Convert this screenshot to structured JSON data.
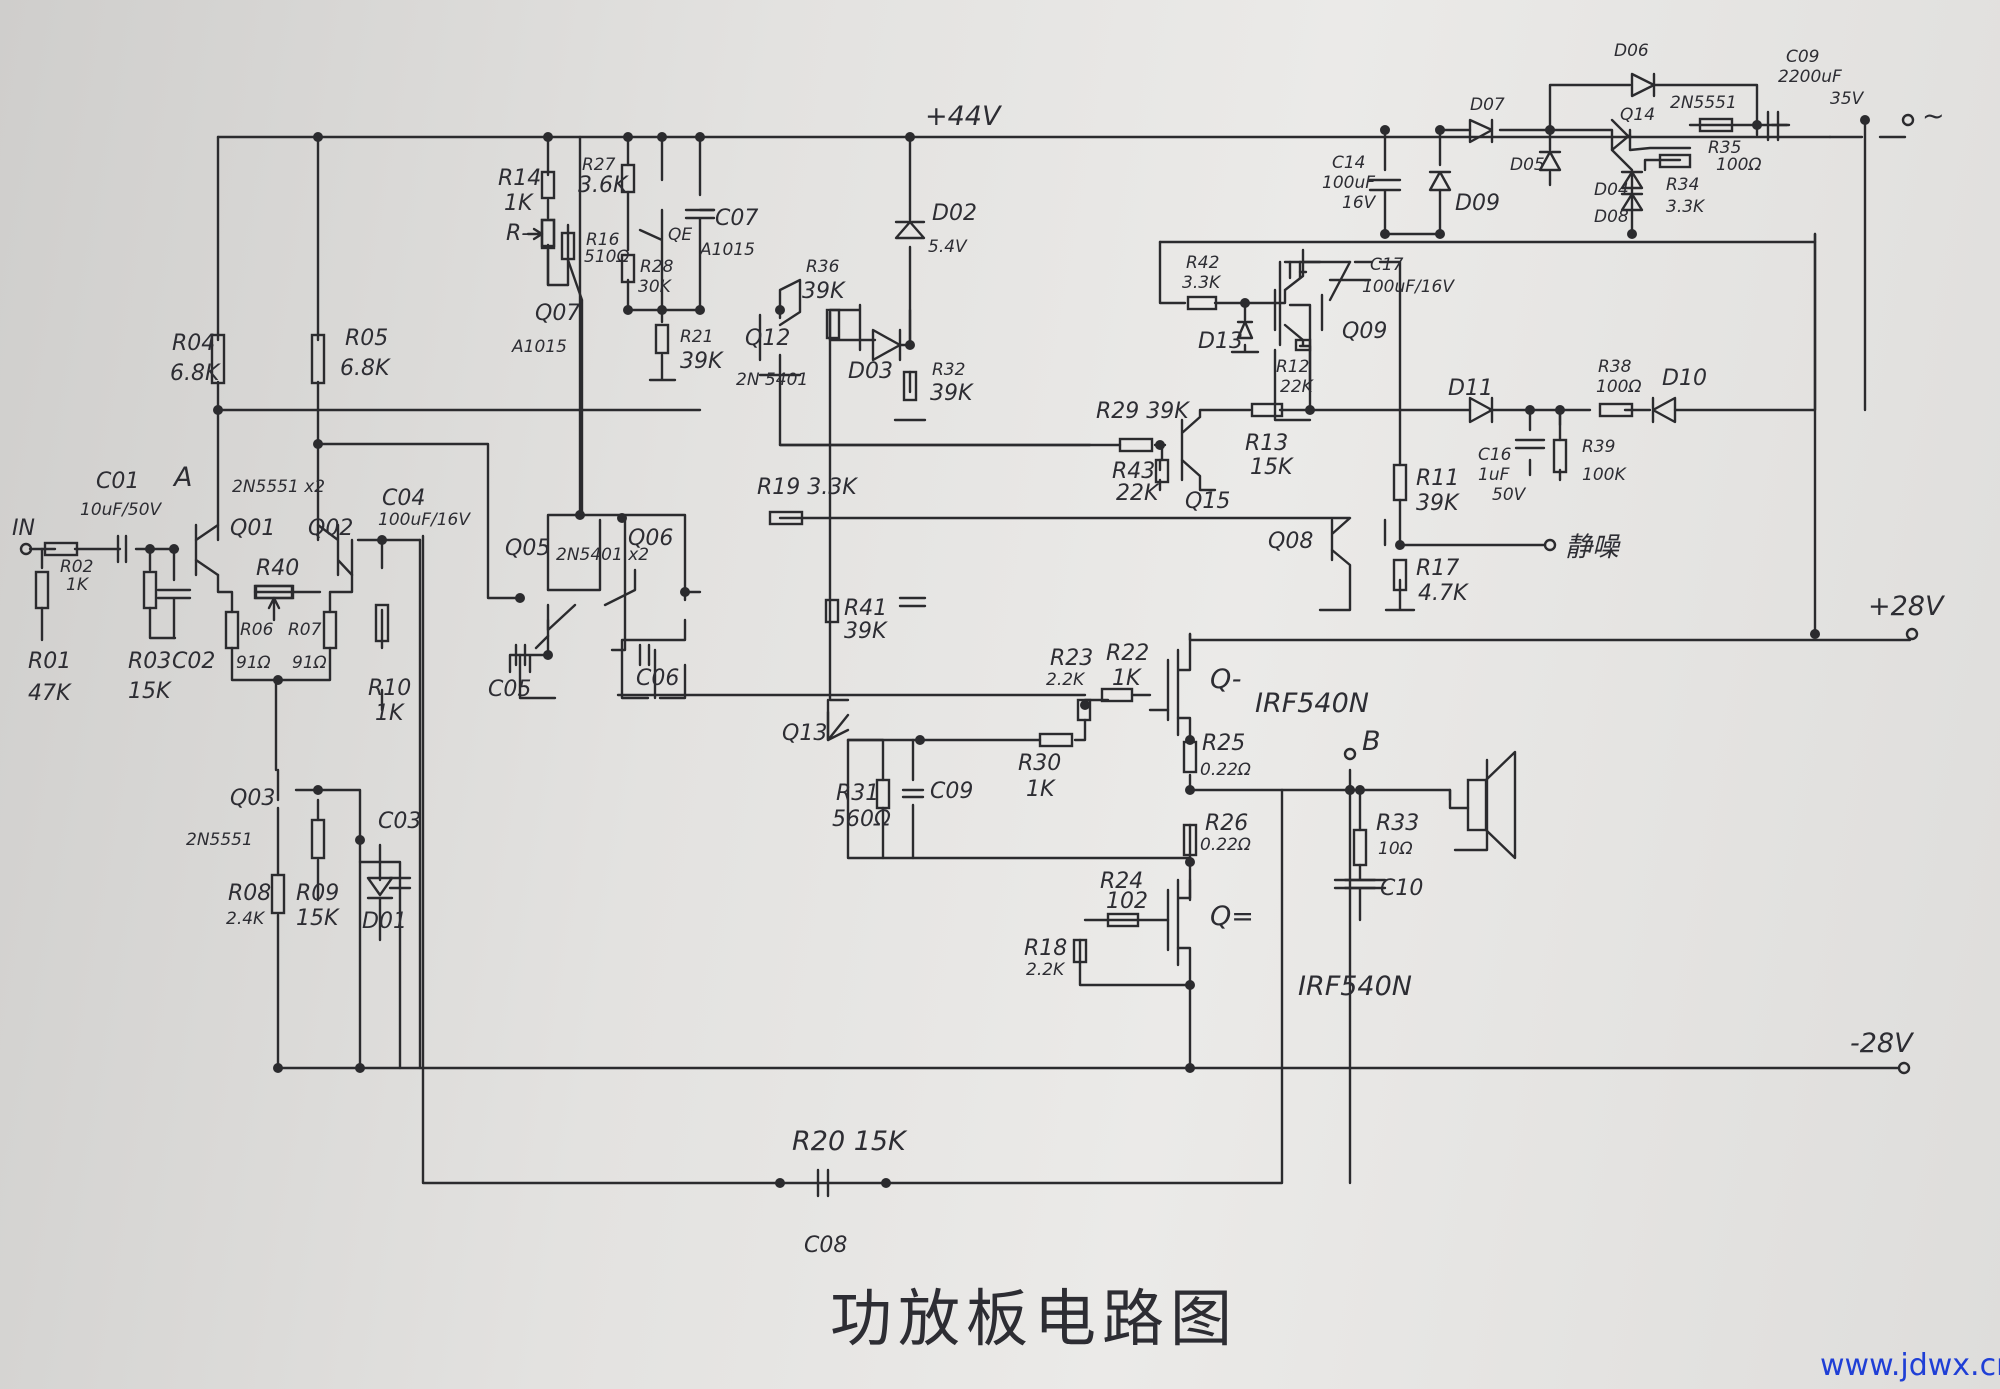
{
  "diagram": {
    "title": "功放板电路图",
    "watermark": "www.jdwx.cn",
    "rails": {
      "pos44": "+44V",
      "pos28": "+28V",
      "neg28": "-28V",
      "ac": "~"
    },
    "ports": {
      "in": "IN",
      "mute": "静噪",
      "point_a": "A",
      "point_b": "B"
    },
    "transistors": {
      "q01": "Q01",
      "q02": "Q02",
      "pair_q01_q02": "2N5551 x2",
      "q03": "Q03",
      "q03_type": "2N5551",
      "q05": "Q05",
      "q06": "Q06",
      "pair_q05_q06": "2N5401 x2",
      "q07": "Q07",
      "q07_type": "A1015",
      "qe": "QE",
      "qe_type": "A1015",
      "q12": "Q12",
      "q12_type": "2N 5401",
      "q13": "Q13",
      "q15": "Q15",
      "q08": "Q08",
      "q09": "Q09",
      "q14": "Q14",
      "q14_type": "2N5551",
      "q_hi": "Q-",
      "q_hi_type": "IRF540N",
      "q_lo": "Q=",
      "q_lo_type": "IRF540N"
    },
    "resistors": {
      "r01": "R01",
      "r01_v": "47K",
      "r02": "R02",
      "r02_v": "1K",
      "r03": "R03",
      "r03_v": "15K",
      "r04": "R04",
      "r04_v": "6.8K",
      "r05": "R05",
      "r05_v": "6.8K",
      "r06": "R06",
      "r06_v": "91Ω",
      "r07": "R07",
      "r07_v": "91Ω",
      "r40": "R40",
      "r08": "R08",
      "r08_v": "2.4K",
      "r09": "R09",
      "r09_v": "15K",
      "r10": "R10",
      "r10_v": "1K",
      "r14": "R14",
      "r14_v": "1K",
      "r_minus": "R-",
      "r16": "R16",
      "r16_v": "510Ω",
      "r27": "R27",
      "r27_v": "3.6K",
      "r28": "R28",
      "r28_v": "30K",
      "r21": "R21",
      "r21_v": "39K",
      "r36": "R36",
      "r36_v": "39K",
      "r32": "R32",
      "r32_v": "39K",
      "r19": "R19 3.3K",
      "r41": "R41",
      "r41_v": "39K",
      "r31": "R31",
      "r31_v": "560Ω",
      "r30": "R30",
      "r30_v": "1K",
      "r23": "R23",
      "r23_v": "2.2K",
      "r22": "R22",
      "r22_v": "1K",
      "r25": "R25",
      "r25_v": "0.22Ω",
      "r26": "R26",
      "r26_v": "0.22Ω",
      "r24": "R24",
      "r24_v": "102",
      "r18": "R18",
      "r18_v": "2.2K",
      "r29": "R29 39K",
      "r43": "R43",
      "r43_v": "22K",
      "r13": "R13",
      "r13_v": "15K",
      "r11": "R11",
      "r11_v": "39K",
      "r17": "R17",
      "r17_v": "4.7K",
      "r12": "R12",
      "r12_v": "22K",
      "r42": "R42",
      "r42_v": "3.3K",
      "r38": "R38",
      "r38_v": "100Ω",
      "r39": "R39",
      "r39_v": "100K",
      "r35": "R35",
      "r35_v": "100Ω",
      "r34": "R34",
      "r34_v": "3.3K",
      "r33": "R33",
      "r33_v": "10Ω",
      "r20": "R20 15K"
    },
    "capacitors": {
      "c01": "C01",
      "c01_v": "10uF/50V",
      "c02": "C02",
      "c03": "C03",
      "c04": "C04",
      "c04_v": "100uF/16V",
      "c05": "C05",
      "c06": "C06",
      "c07": "C07",
      "c08": "C08",
      "c09": "C09",
      "c10": "C10",
      "c14": "C14",
      "c14_v1": "100uF",
      "c14_v2": "16V",
      "c16": "C16",
      "c16_v1": "1uF",
      "c16_v2": "50V",
      "c17": "C17",
      "c17_v": "100uF/16V",
      "c09t": "C09",
      "c09t_v1": "2200uF",
      "c09t_v2": "35V"
    },
    "diodes": {
      "d01": "D01",
      "d02": "D02",
      "d02_v": "5.4V",
      "d03": "D03",
      "d04": "D04",
      "d05": "D05",
      "d06": "D06",
      "d07": "D07",
      "d08": "D08",
      "d09": "D09",
      "d10": "D10",
      "d11": "D11",
      "d13": "D13"
    }
  }
}
